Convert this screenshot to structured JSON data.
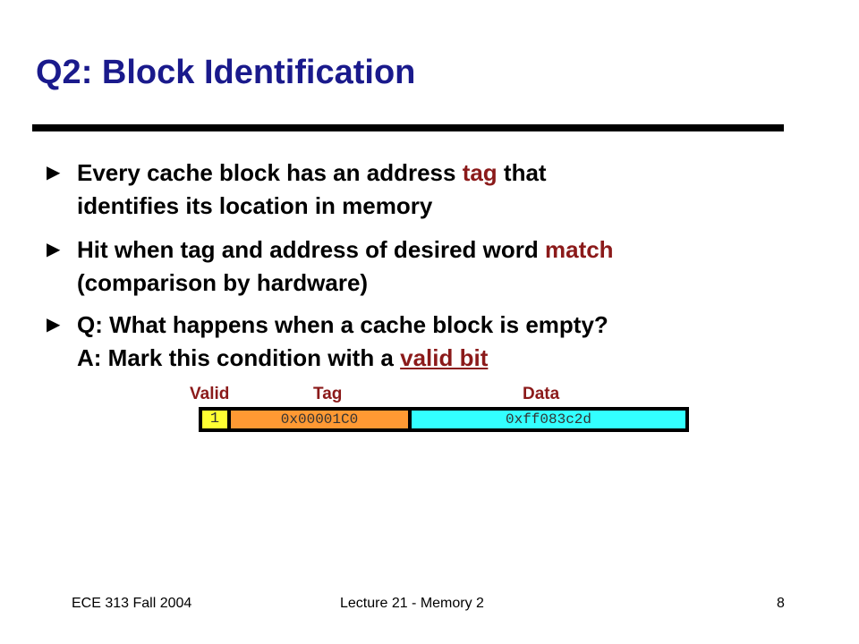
{
  "slide": {
    "title": "Q2: Block Identification",
    "bullets": [
      {
        "marker": "▶",
        "line1_pre": "Every cache block has an address ",
        "line1_hl": "tag",
        "line1_post": " that",
        "line2": "identifies its location in memory"
      },
      {
        "marker": "▶",
        "line1_pre": "Hit when tag and address of desired word ",
        "line1_hl": "match",
        "line2": "(comparison by hardware)"
      },
      {
        "marker": "▶",
        "line1": "Q: What happens when a cache block is empty?",
        "line2_pre": "A: Mark this condition with a ",
        "line2_hl": "valid bit"
      }
    ],
    "cache_line": {
      "headers": {
        "valid": "Valid",
        "tag": "Tag",
        "data": "Data"
      },
      "valid_value": "1",
      "tag_value": "0x00001C0",
      "data_value": "0xff083c2d"
    },
    "footer": {
      "left": "ECE 313 Fall 2004",
      "center": "Lecture 21 - Memory 2",
      "page": "8"
    }
  },
  "colors": {
    "title": "#1a1a8c",
    "highlight": "#8b1a1a",
    "valid_cell": "#ffff33",
    "tag_cell": "#ff9933",
    "data_cell": "#33ffff"
  }
}
